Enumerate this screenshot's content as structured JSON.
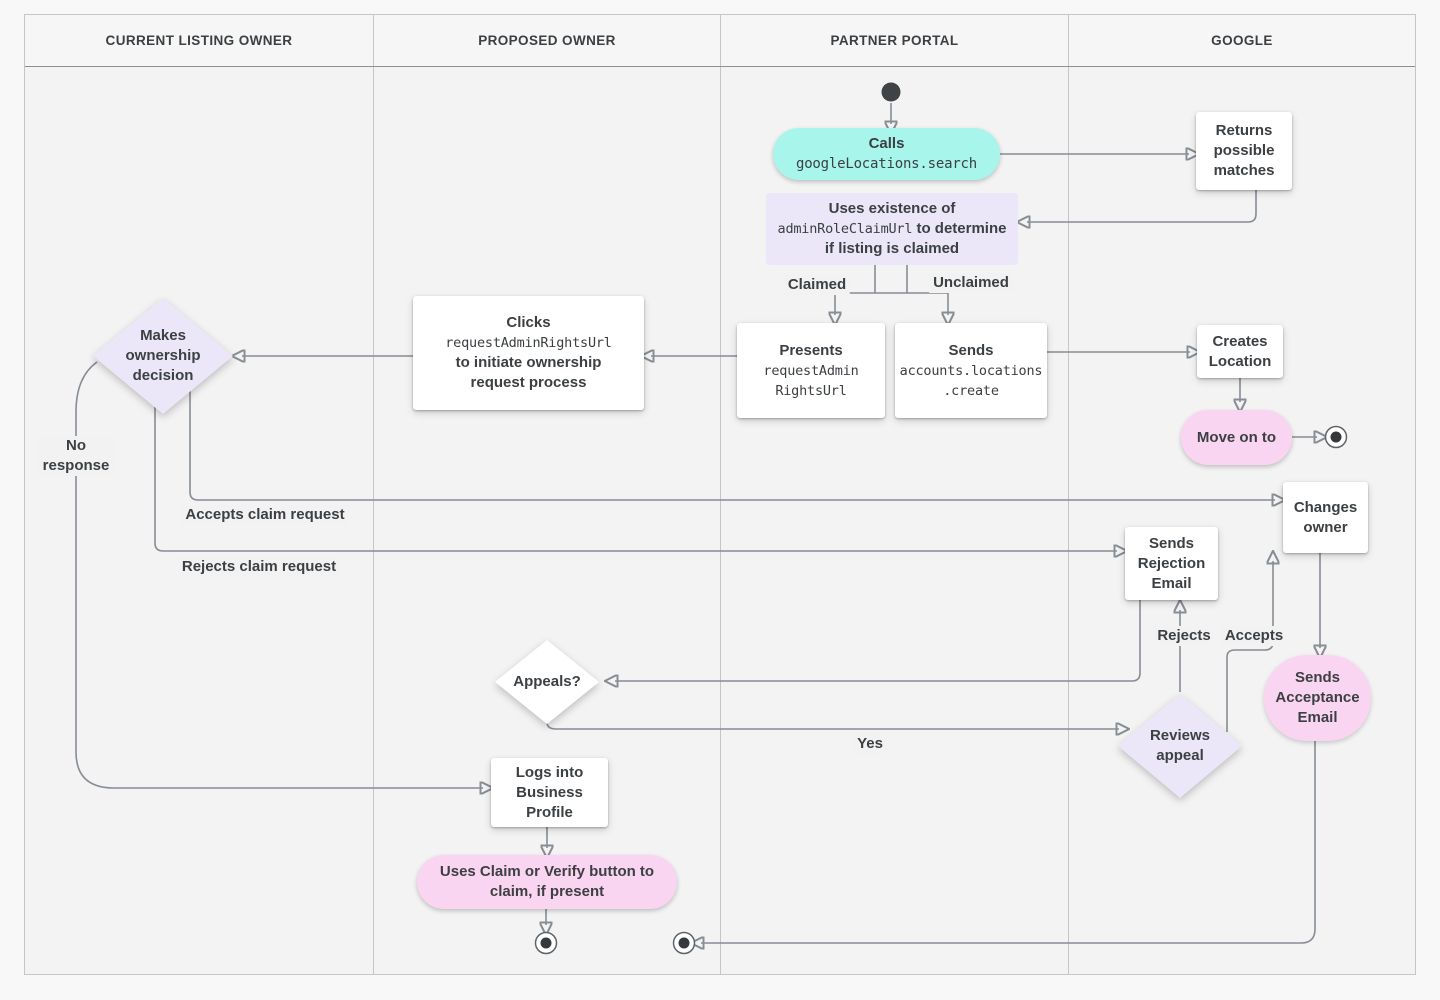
{
  "lanes": [
    {
      "label": "CURRENT LISTING OWNER"
    },
    {
      "label": "PROPOSED OWNER"
    },
    {
      "label": "PARTNER PORTAL"
    },
    {
      "label": "GOOGLE"
    }
  ],
  "nodes": {
    "calls": {
      "title": "Calls",
      "code": "googleLocations.search"
    },
    "returns_matches": {
      "label": "Returns possible matches"
    },
    "uses_existence": {
      "pre": "Uses existence of",
      "code": "adminRoleClaimUrl",
      "post": "to determine if listing is claimed"
    },
    "presents": {
      "title": "Presents",
      "code_lines": [
        "requestAdmin",
        "RightsUrl"
      ]
    },
    "sends_create": {
      "title": "Sends",
      "code_lines": [
        "accounts.locations",
        ".create"
      ]
    },
    "clicks": {
      "title": "Clicks",
      "code": "requestAdminRightsUrl",
      "post": "to initiate ownership request process"
    },
    "makes_decision": {
      "label": "Makes ownership decision"
    },
    "creates_location": {
      "label": "Creates Location"
    },
    "move_on": {
      "label": "Move on to"
    },
    "changes_owner": {
      "label": "Changes owner"
    },
    "sends_rejection": {
      "label": "Sends Rejection Email"
    },
    "appeals": {
      "label": "Appeals?"
    },
    "reviews_appeal": {
      "label": "Reviews appeal"
    },
    "sends_acceptance": {
      "label": "Sends Acceptance Email"
    },
    "logs_into": {
      "label": "Logs into Business Profile"
    },
    "uses_claim": {
      "label": "Uses Claim or Verify button to claim, if present"
    }
  },
  "edge_labels": {
    "claimed": "Claimed",
    "unclaimed": "Unclaimed",
    "no_response": "No response",
    "accepts_claim": "Accepts claim request",
    "rejects_claim": "Rejects claim request",
    "rejects": "Rejects",
    "accepts": "Accepts",
    "yes": "Yes"
  },
  "colors": {
    "cyan": "#a8f5ec",
    "lavender": "#ebe7f8",
    "pink": "#fad5f2",
    "node_text": "#3c4043",
    "line": "#878d94",
    "lane_bg": "#f3f3f3",
    "header_bg": "#f6f6f6",
    "border": "#c6c6c6"
  }
}
